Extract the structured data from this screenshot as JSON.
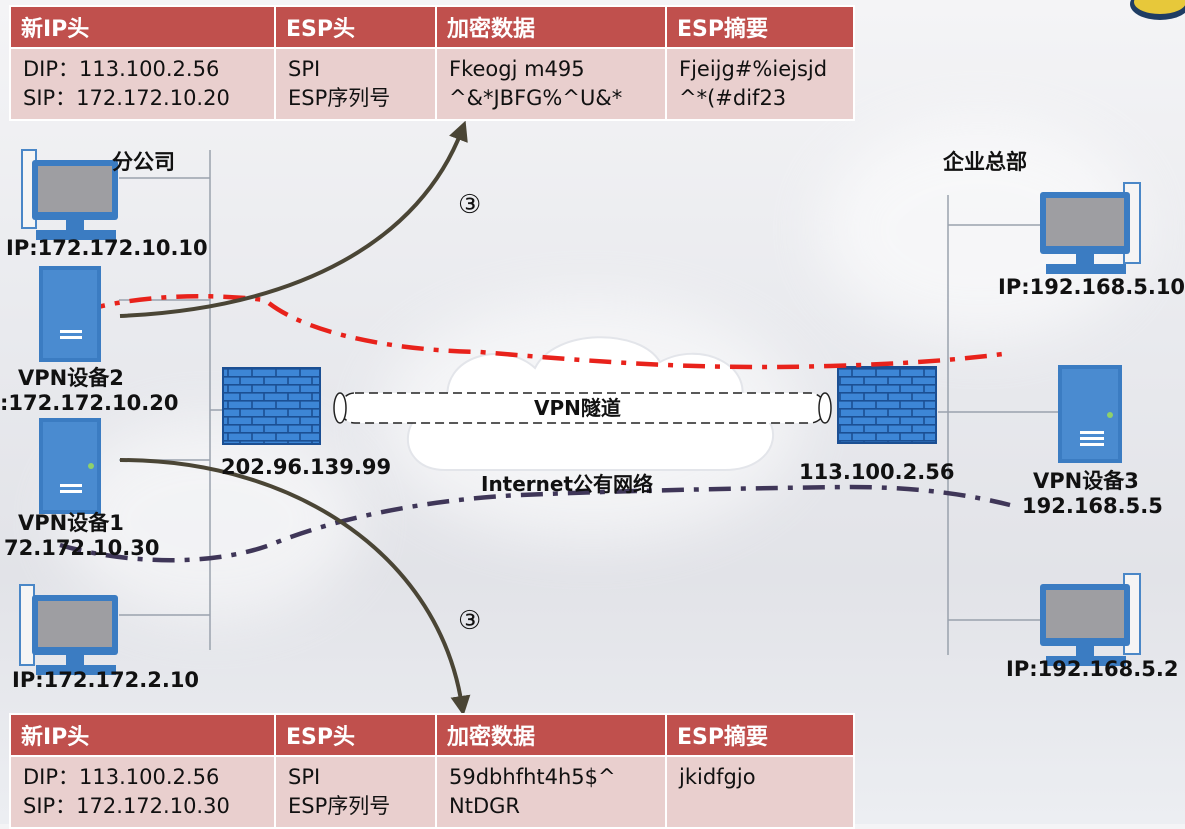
{
  "top_table": {
    "headers": [
      "新IP头",
      "ESP头",
      "加密数据",
      "ESP摘要"
    ],
    "cells": [
      [
        "DIP：113.100.2.56",
        "SIP：172.172.10.20"
      ],
      [
        "SPI",
        "ESP序列号"
      ],
      [
        "Fkeogj m495",
        "^&*JBFG%^U&*"
      ],
      [
        "Fjeijg#%iejsjd",
        "^*(#dif23"
      ]
    ]
  },
  "bottom_table": {
    "headers": [
      "新IP头",
      "ESP头",
      "加密数据",
      "ESP摘要"
    ],
    "cells": [
      [
        "DIP：113.100.2.56",
        "SIP：172.172.10.30"
      ],
      [
        "SPI",
        "ESP序列号"
      ],
      [
        "59dbhfht4h5$^",
        "NtDGR"
      ],
      [
        "jkidfgjo",
        ""
      ]
    ]
  },
  "branch": {
    "title": "分公司",
    "pc_top_ip": "IP:172.172.10.10",
    "vpn2_name": "VPN设备2",
    "vpn2_ip": ":172.172.10.20",
    "vpn1_name": "VPN设备1",
    "vpn1_ip": "72.172.10.30",
    "pc_bottom_ip": "IP:172.172.2.10",
    "firewall_ip": "202.96.139.99"
  },
  "hq": {
    "title": "企业总部",
    "pc_top_ip": "IP:192.168.5.10",
    "vpn3_name": "VPN设备3",
    "vpn3_ip": "192.168.5.5",
    "pc_bottom_ip": "IP:192.168.5.2",
    "firewall_ip": "113.100.2.56"
  },
  "internet": {
    "tunnel_label": "VPN隧道",
    "network_label": "Internet公有网络"
  },
  "step_markers": [
    "③",
    "③"
  ],
  "colors": {
    "table_header": "#c0504d",
    "table_cell": "#e9cfce",
    "red_path": "#e8221b",
    "purple_path": "#3f3658",
    "arrow": "#4a4535",
    "firewall": "#3a7fd0"
  }
}
